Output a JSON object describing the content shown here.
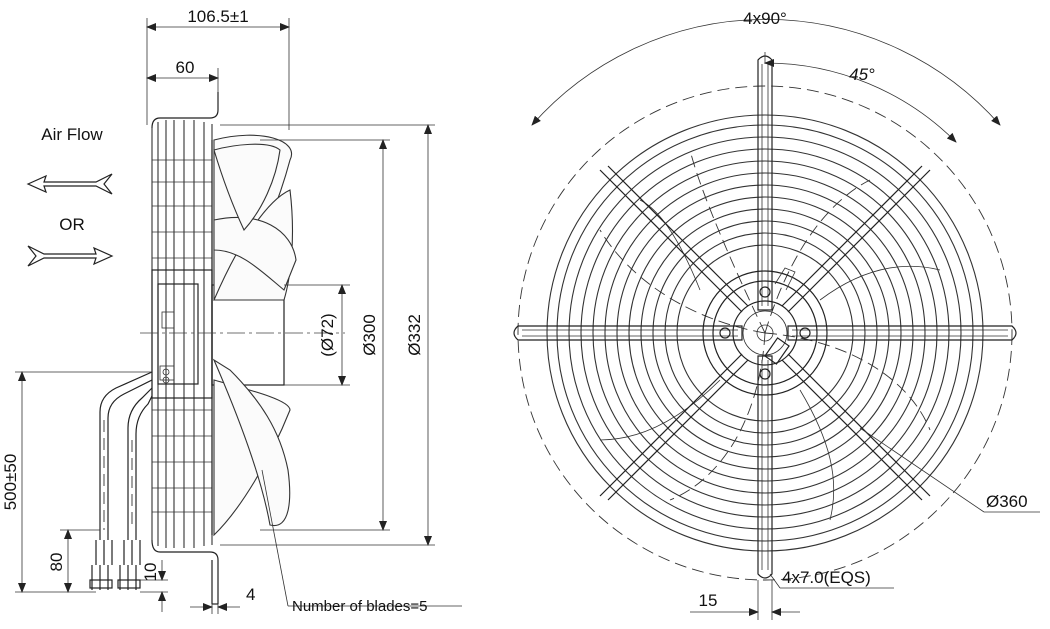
{
  "side_view": {
    "overall_depth": "106.5±1",
    "grill_depth": "60",
    "hub_dia": "(Ø72)",
    "blade_dia": "Ø300",
    "housing_dia": "Ø332",
    "cable_length": "500±50",
    "lead_length": "80",
    "lead_tip": "10",
    "flange": "4",
    "blade_count": "Number of blades=5"
  },
  "airflow": {
    "title": "Air Flow",
    "or_label": "OR"
  },
  "front_view": {
    "angle_total": "4x90°",
    "angle_half": "45°",
    "mount_circle": "Ø360",
    "mount_holes": "4x7.0(EQS)",
    "slot_width": "15"
  }
}
